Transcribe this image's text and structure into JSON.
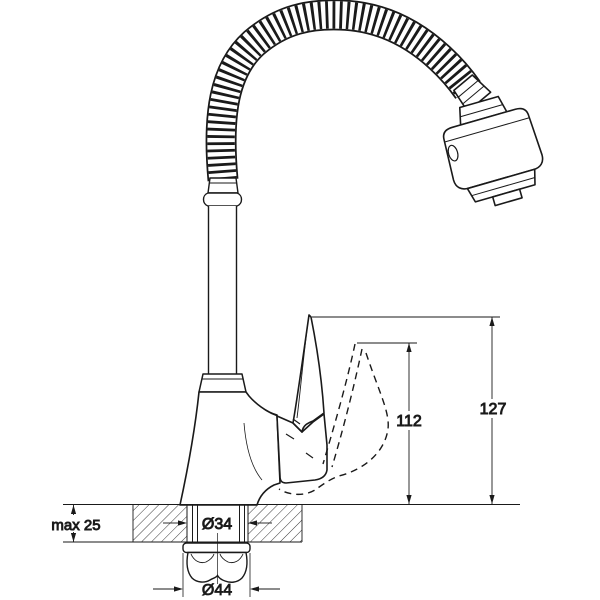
{
  "drawing": {
    "type": "faucet-installation-technical-drawing",
    "colors": {
      "background": "#ffffff",
      "line": "#1a1a1a",
      "hatch": "#3a3a3a"
    },
    "dimensions": {
      "counter_thickness": {
        "label": "max 25"
      },
      "shank_hole_diameter": {
        "label": "Ø34"
      },
      "flange_diameter": {
        "label": "Ø44"
      },
      "spout_lifted_height": {
        "label": "112"
      },
      "overall_height": {
        "label": "127"
      }
    }
  }
}
